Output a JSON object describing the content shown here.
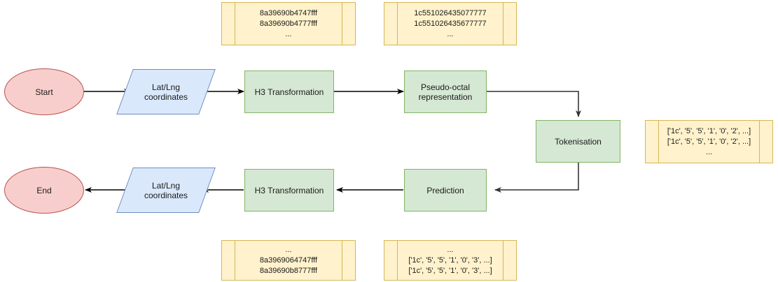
{
  "diagram": {
    "title": "H3 geospatial tokenisation pipeline flowchart",
    "colors": {
      "terminator_fill": "#f8cecc",
      "terminator_stroke": "#b85450",
      "process_fill": "#d5e8d4",
      "process_stroke": "#82b366",
      "io_fill": "#dae8fc",
      "io_stroke": "#6c8ebf",
      "data_fill": "#fff2cc",
      "data_stroke": "#d6b656",
      "edge_stroke": "#4d4d4d",
      "arrow_stroke": "#000000",
      "background": "#ffffff"
    },
    "nodes": {
      "start": {
        "label": "Start",
        "shape": "ellipse"
      },
      "latlng_in": {
        "label": "Lat/Lng\ncoordinates",
        "line1": "Lat/Lng",
        "line2": "coordinates",
        "shape": "parallelogram"
      },
      "h3_transform_in": {
        "label": "H3 Transformation",
        "shape": "rectangle"
      },
      "pseudo_octal": {
        "label": "Pseudo-octal\nrepresentation",
        "line1": "Pseudo-octal",
        "line2": "representation",
        "shape": "rectangle"
      },
      "tokenisation": {
        "label": "Tokenisation",
        "shape": "rectangle"
      },
      "prediction": {
        "label": "Prediction",
        "shape": "rectangle"
      },
      "h3_transform_out": {
        "label": "H3 Transformation",
        "shape": "rectangle"
      },
      "latlng_out": {
        "label": "Lat/Lng\ncoordinates",
        "line1": "Lat/Lng",
        "line2": "coordinates",
        "shape": "parallelogram"
      },
      "end": {
        "label": "End",
        "shape": "ellipse"
      }
    },
    "data_boxes": {
      "h3_cells_in": {
        "lines": [
          "8a39690b4747fff",
          "8a39690b4777fff",
          "..."
        ]
      },
      "pseudo_octal_in": {
        "lines": [
          "1c551026435077777",
          "1c551026435677777",
          "..."
        ]
      },
      "tokens_in": {
        "lines": [
          "['1c', '5', '5', '1', '0', '2', ...]",
          "['1c', '5', '5', '1', '0', '2', ...]",
          "..."
        ]
      },
      "tokens_out": {
        "lines": [
          "...",
          "['1c', '5', '5', '1', '0', '3', ...]",
          "['1c', '5', '5', '1', '0', '3', ...]"
        ]
      },
      "h3_cells_out": {
        "lines": [
          "...",
          "8a3969064747fff",
          "8a39690b8777fff"
        ]
      }
    },
    "edges": [
      {
        "from": "start",
        "to": "latlng_in",
        "direction": "right"
      },
      {
        "from": "latlng_in",
        "to": "h3_transform_in",
        "direction": "right"
      },
      {
        "from": "h3_transform_in",
        "to": "pseudo_octal",
        "direction": "right"
      },
      {
        "from": "pseudo_octal",
        "to": "tokenisation",
        "direction": "right-then-down"
      },
      {
        "from": "tokenisation",
        "to": "prediction",
        "direction": "down-then-left"
      },
      {
        "from": "prediction",
        "to": "h3_transform_out",
        "direction": "left"
      },
      {
        "from": "h3_transform_out",
        "to": "latlng_out",
        "direction": "left"
      },
      {
        "from": "latlng_out",
        "to": "end",
        "direction": "left"
      }
    ]
  }
}
